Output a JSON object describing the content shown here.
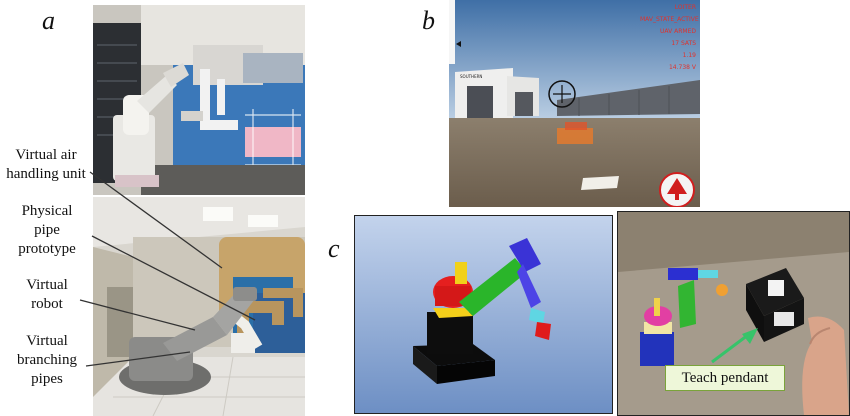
{
  "panels": {
    "a": "a",
    "b": "b",
    "c": "c"
  },
  "panel_a": {
    "callouts": [
      {
        "lines": [
          "Virtual air",
          "handling unit"
        ]
      },
      {
        "lines": [
          "Physical",
          "pipe",
          "prototype"
        ]
      },
      {
        "lines": [
          "Virtual",
          "robot"
        ]
      },
      {
        "lines": [
          "Virtual",
          "branching",
          "pipes"
        ]
      }
    ]
  },
  "panel_b": {
    "hud_lines": [
      "LOITER",
      "MAV_STATE_ACTIVE",
      "UAV ARMED",
      "17 SATS",
      "1.19",
      "14.738 V"
    ],
    "building_sign": "SOUTHERN"
  },
  "panel_c": {
    "teach_pendant_label": "Teach pendant"
  },
  "colors": {
    "callout_line": "#333333",
    "hud_text": "#e0322c",
    "label_box_bg": "#eef7d9",
    "label_box_border": "#7aa33a",
    "arrow_green": "#37c36a"
  }
}
